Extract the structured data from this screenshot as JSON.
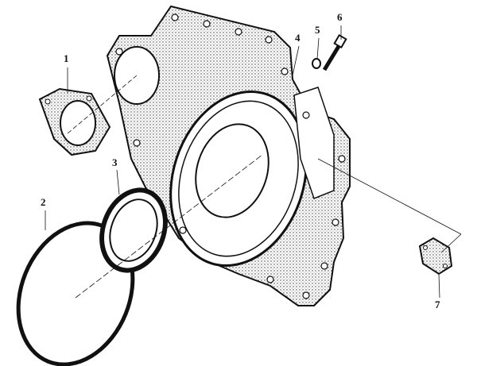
{
  "diagram": {
    "callouts": [
      {
        "id": "1",
        "part": "flange"
      },
      {
        "id": "2",
        "part": "o-ring"
      },
      {
        "id": "3",
        "part": "oil-seal"
      },
      {
        "id": "4",
        "part": "gasket"
      },
      {
        "id": "5",
        "part": "washer"
      },
      {
        "id": "6",
        "part": "bolt"
      },
      {
        "id": "7",
        "part": "cover-plate"
      }
    ],
    "colors": {
      "ink": "#111111",
      "stipple": "#555555",
      "paper": "#ffffff"
    }
  }
}
